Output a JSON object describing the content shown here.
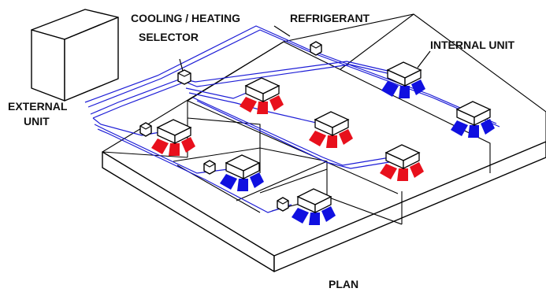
{
  "labels": {
    "external_unit": [
      "EXTERNAL",
      "UNIT"
    ],
    "selector": [
      "COOLING / HEATING",
      "SELECTOR"
    ],
    "refrigerant": "REFRIGERANT",
    "internal_unit": "INTERNAL UNIT",
    "plan": "PLAN"
  },
  "colors": {
    "refrigerant_pipe": "#1c1cd6",
    "heating_unit": "#e8101c",
    "cooling_unit": "#1010e0",
    "outline": "#000000",
    "background": "#ffffff"
  },
  "indoor_units": [
    {
      "room": "upper-right",
      "mode": "cooling"
    },
    {
      "room": "right",
      "mode": "cooling"
    },
    {
      "room": "center-top",
      "mode": "heating"
    },
    {
      "room": "center",
      "mode": "heating"
    },
    {
      "room": "center-right",
      "mode": "heating"
    },
    {
      "room": "left",
      "mode": "heating"
    },
    {
      "room": "left-lower",
      "mode": "cooling"
    },
    {
      "room": "front",
      "mode": "cooling"
    }
  ]
}
